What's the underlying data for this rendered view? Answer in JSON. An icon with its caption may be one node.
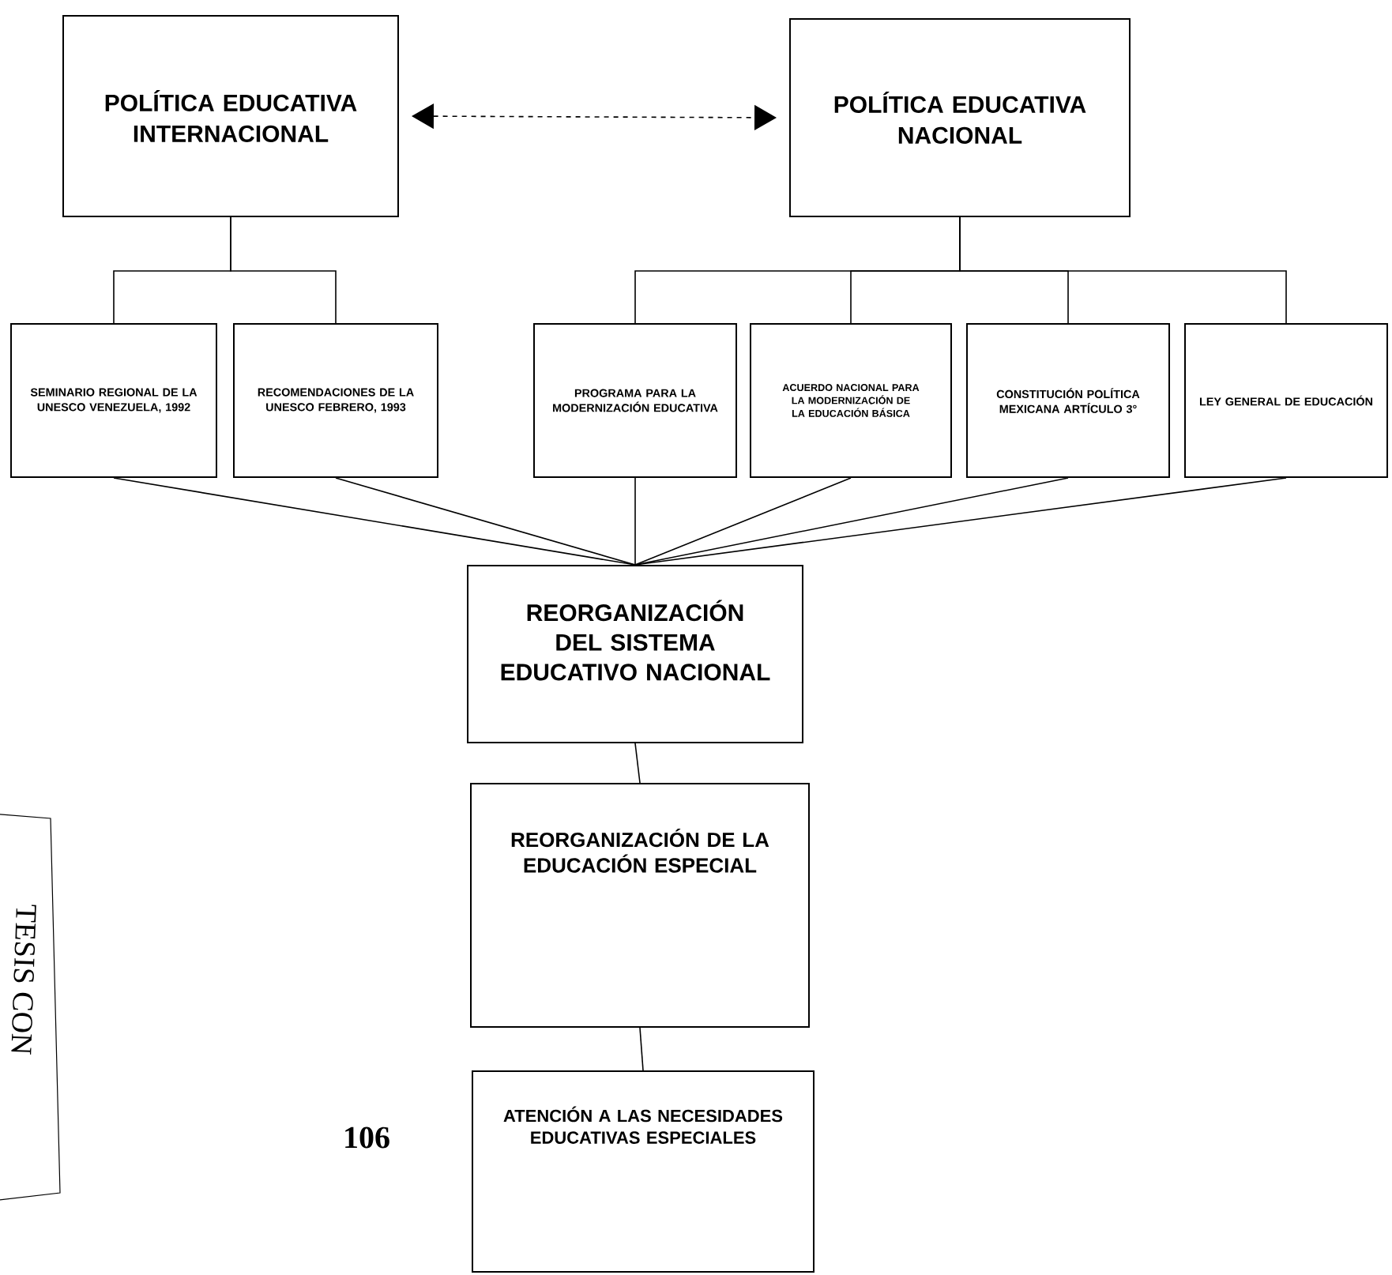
{
  "diagram": {
    "nodes": [
      {
        "text": [
          "POLÍTICA EDUCATIVA INTERNACIONAL"
        ]
      },
      {
        "text": [
          "POLÍTICA EDUCATIVA NACIONAL"
        ]
      },
      {
        "text": [
          "SEMINARIO REGIONAL DE LA UNESCO VENEZUELA, 1992"
        ]
      },
      {
        "text": [
          "RECOMENDACIONES DE LA UNESCO FEBRERO, 1993"
        ]
      },
      {
        "text": [
          "PROGRAMA PARA LA MODERNIZACIÓN EDUCATIVA"
        ]
      },
      {
        "text": [
          "ACUERDO NACIONAL PARA LA MODERNIZACIÓN DE LA EDUCACIÓN BÁSICA"
        ]
      },
      {
        "text": [
          "CONSTITUCIÓN POLÍTICA MEXICANA ARTÍCULO 3°"
        ]
      },
      {
        "text": [
          "LEY GENERAL DE EDUCACIÓN"
        ]
      },
      {
        "text": [
          "REORGANIZACIÓN DEL SISTEMA EDUCATIVO NACIONAL"
        ]
      },
      {
        "text": [
          "REORGANIZACIÓN DE LA EDUCACIÓN ESPECIAL"
        ]
      },
      {
        "text": [
          "ATENCIÓN A LAS NECESIDADES EDUCATIVAS ESPECIALES"
        ]
      }
    ],
    "edges": [
      {
        "from": 0,
        "to": 1,
        "arrow": "both",
        "style": "dashed"
      },
      {
        "from": 0,
        "to": 2,
        "arrow": "none"
      },
      {
        "from": 0,
        "to": 3,
        "arrow": "none"
      },
      {
        "from": 1,
        "to": 4,
        "arrow": "none"
      },
      {
        "from": 1,
        "to": 5,
        "arrow": "none"
      },
      {
        "from": 1,
        "to": 6,
        "arrow": "none"
      },
      {
        "from": 1,
        "to": 7,
        "arrow": "none"
      },
      {
        "from": 2,
        "to": 8,
        "arrow": "none"
      },
      {
        "from": 3,
        "to": 8,
        "arrow": "none"
      },
      {
        "from": 4,
        "to": 8,
        "arrow": "none"
      },
      {
        "from": 5,
        "to": 8,
        "arrow": "none"
      },
      {
        "from": 6,
        "to": 8,
        "arrow": "none"
      },
      {
        "from": 7,
        "to": 8,
        "arrow": "none"
      },
      {
        "from": 8,
        "to": 9,
        "arrow": "none"
      },
      {
        "from": 9,
        "to": 10,
        "arrow": "none"
      }
    ],
    "labels": [
      "TESIS CON",
      "106"
    ]
  }
}
